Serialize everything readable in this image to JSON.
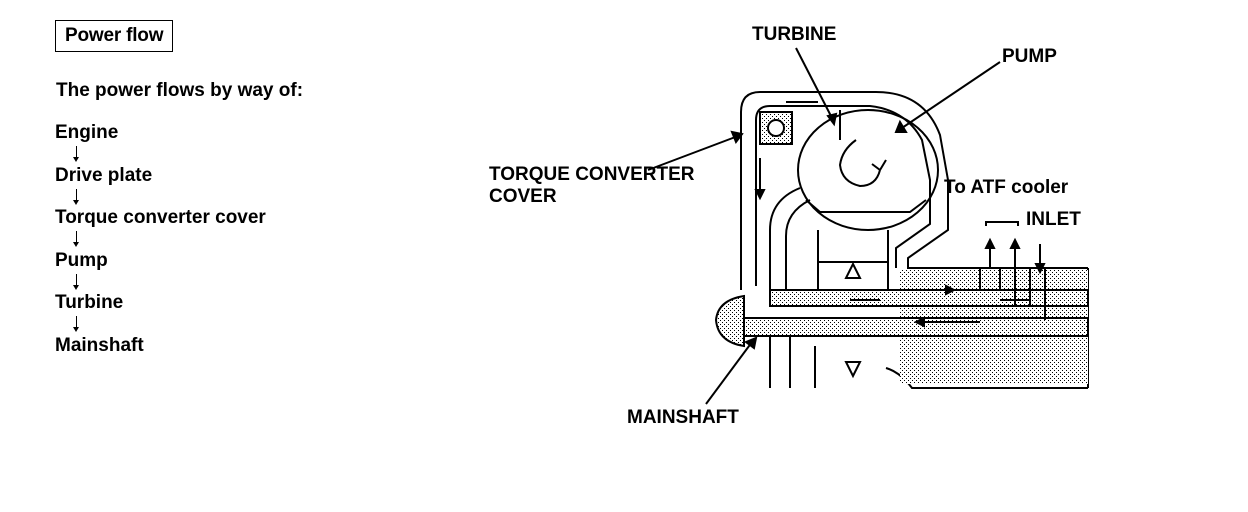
{
  "header": {
    "section_title": "Power flow"
  },
  "intro": "The power flows by way of:",
  "flow_steps": [
    "Engine",
    "Drive plate",
    "Torque converter cover",
    "Pump",
    "Turbine",
    "Mainshaft"
  ],
  "diagram_labels": {
    "turbine": "TURBINE",
    "pump": "PUMP",
    "torque_converter_cover_line1": "TORQUE CONVERTER",
    "torque_converter_cover_line2": "COVER",
    "atf_cooler": "To ATF cooler",
    "inlet": "INLET",
    "mainshaft": "MAINSHAFT"
  }
}
